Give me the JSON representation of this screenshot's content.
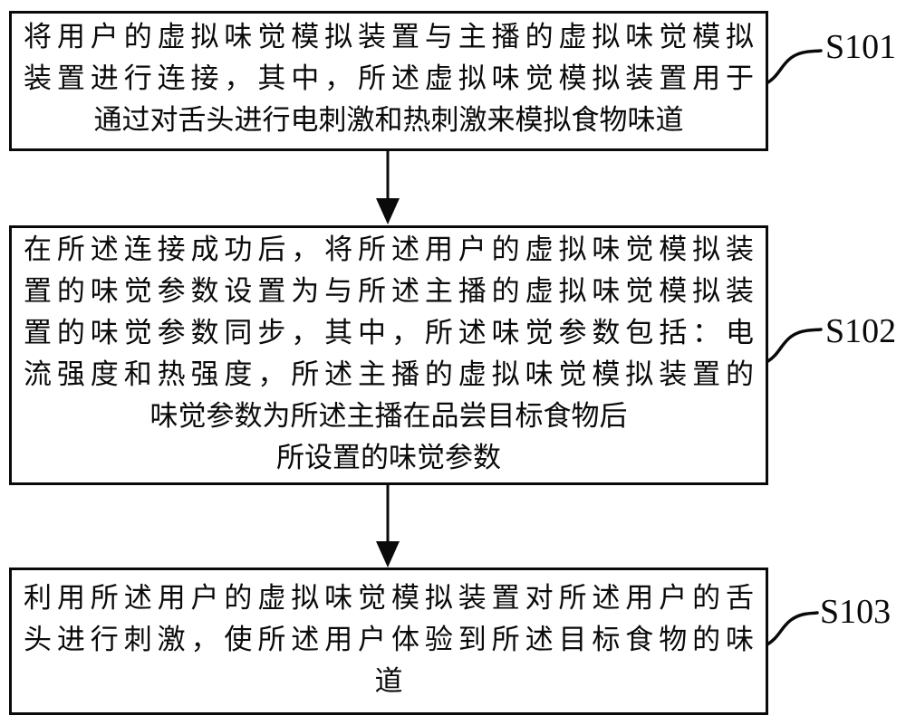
{
  "figure": {
    "type": "flowchart",
    "background_color": "#ffffff",
    "line_color": "#0a0a0a"
  },
  "steps": [
    {
      "label": "S101",
      "lines": [
        "将用户的虚拟味觉模拟装置与主播的虚拟味觉模拟",
        "装置进行连接，其中，所述虚拟味觉模拟装置用于",
        "通过对舌头进行电刺激和热刺激来模拟食物味道"
      ]
    },
    {
      "label": "S102",
      "lines": [
        "在所述连接成功后，将所述用户的虚拟味觉模拟装",
        "置的味觉参数设置为与所述主播的虚拟味觉模拟装",
        "置的味觉参数同步，其中，所述味觉参数包括：电",
        "流强度和热强度，所述主播的虚拟味觉模拟装置的",
        "味觉参数为所述主播在品尝目标食物后",
        "所设置的味觉参数"
      ]
    },
    {
      "label": "S103",
      "lines": [
        "利用所述用户的虚拟味觉模拟装置对所述用户的舌",
        "头进行刺激，使所述用户体验到所述目标食物的味",
        "道"
      ]
    }
  ]
}
